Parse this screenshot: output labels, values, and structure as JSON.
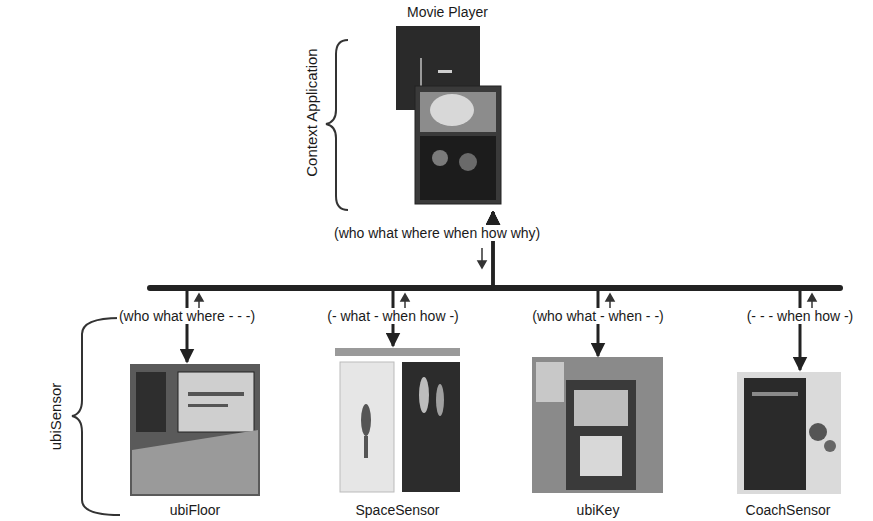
{
  "diagram": {
    "nodes": [
      {
        "text": [
          "Movie Player"
        ]
      },
      {
        "text": [
          "ubiFloor"
        ]
      },
      {
        "text": [
          "SpaceSensor"
        ]
      },
      {
        "text": [
          "ubiKey"
        ]
      },
      {
        "text": [
          "CoachSensor"
        ]
      }
    ],
    "edges": [
      {
        "from": 1,
        "to": 0,
        "arrow": "both",
        "label": "(who what where - - -)"
      },
      {
        "from": 2,
        "to": 0,
        "arrow": "both",
        "label": "(- what - when how -)"
      },
      {
        "from": 3,
        "to": 0,
        "arrow": "both",
        "label": "(who what - when - -)"
      },
      {
        "from": 4,
        "to": 0,
        "arrow": "both",
        "label": "(- - - when how -)"
      }
    ],
    "labels": [
      "Context Application",
      "(who what where when how why)",
      "ubiSensor"
    ]
  }
}
